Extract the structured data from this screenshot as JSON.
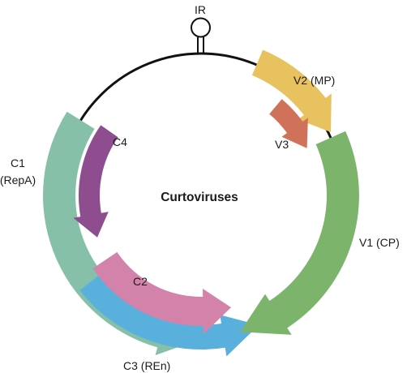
{
  "title": "Curtoviruses",
  "ir_label": "IR",
  "genes": [
    {
      "id": "v1",
      "line1": "V1 (CP)",
      "line2": "",
      "color": "#7db46c"
    },
    {
      "id": "v2",
      "line1": "V2 (MP)",
      "line2": "",
      "color": "#e8c25e"
    },
    {
      "id": "v3",
      "line1": "V3",
      "line2": "",
      "color": "#d0715a"
    },
    {
      "id": "c1",
      "line1": "C1",
      "line2": "(RepA)",
      "color": "#86c0a8"
    },
    {
      "id": "c2",
      "line1": "C2",
      "line2": "",
      "color": "#d382aa"
    },
    {
      "id": "c3",
      "line1": "C3 (REn)",
      "line2": "",
      "color": "#5ab0dd"
    },
    {
      "id": "c4",
      "line1": "C4",
      "line2": "",
      "color": "#8d4d8f"
    }
  ],
  "backbone_color": "#111111"
}
